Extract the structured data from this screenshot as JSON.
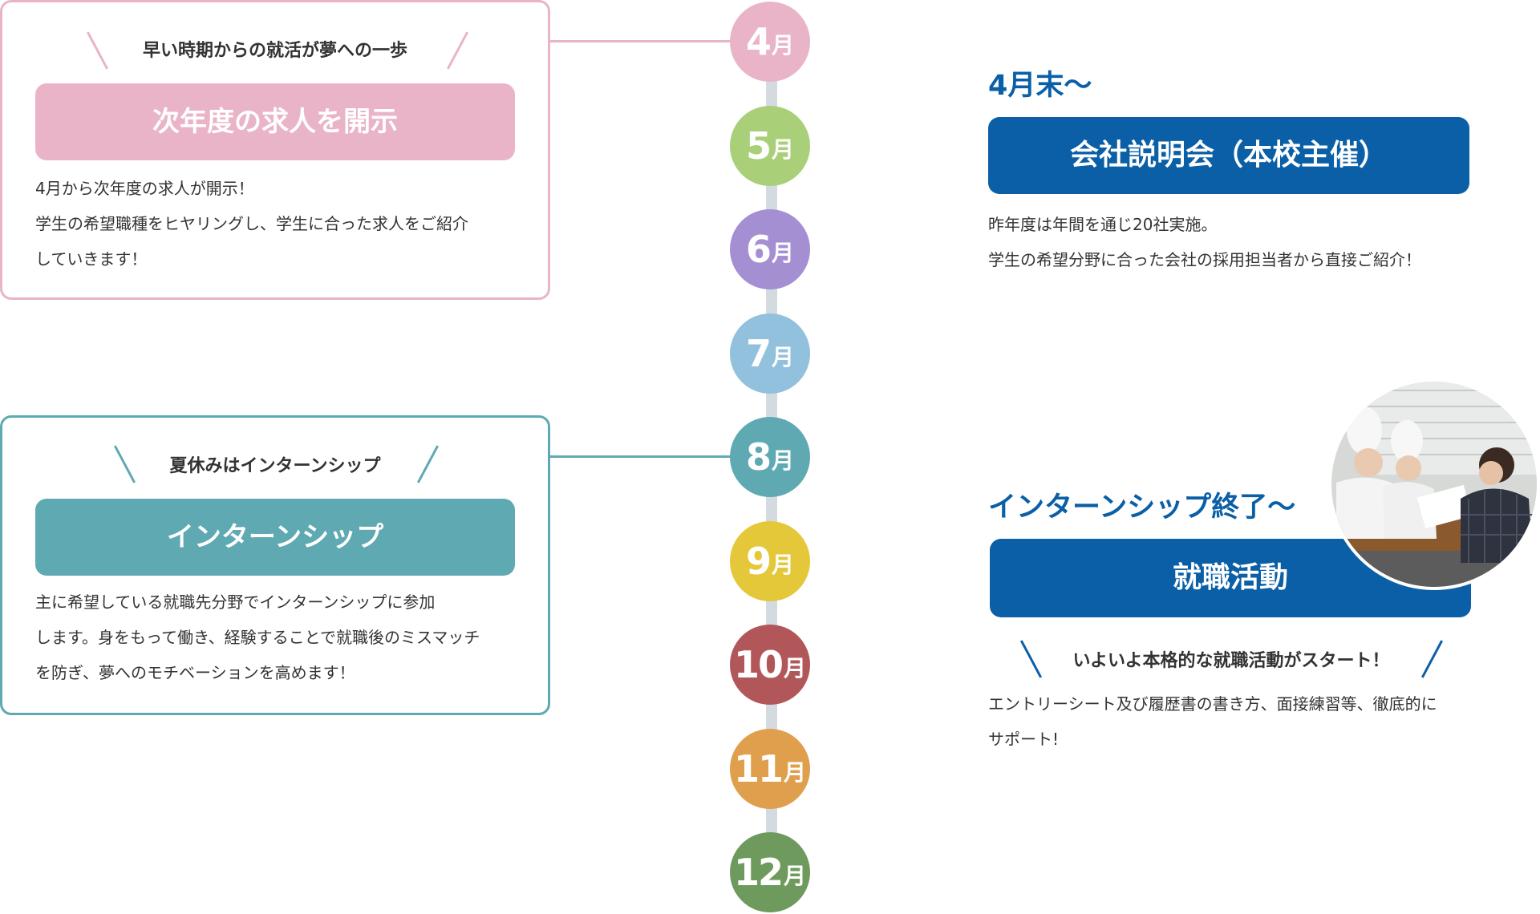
{
  "colors": {
    "pink": "#e9b4c8",
    "teal": "#5fa9b2",
    "blue": "#0a5fa6",
    "axis": "#d3dbe1"
  },
  "box1": {
    "catch": "早い時期からの就活が夢への一歩",
    "title": "次年度の求人を開示",
    "lines": [
      "4月から次年度の求人が開示！",
      "学生の希望職種をヒヤリングし、学生に合った求人をご紹介",
      "していきます！"
    ]
  },
  "box2": {
    "catch": "夏休みはインターンシップ",
    "title": "インターンシップ",
    "lines": [
      "主に希望している就職先分野でインターンシップに参加",
      "します。身をもって働き、経験することで就職後のミスマッチ",
      "を防ぎ、夢へのモチベーションを高めます！"
    ]
  },
  "months": [
    {
      "num": "4",
      "unit": "月",
      "color": "#e9b4c8"
    },
    {
      "num": "5",
      "unit": "月",
      "color": "#a9cf79"
    },
    {
      "num": "6",
      "unit": "月",
      "color": "#a38fd2"
    },
    {
      "num": "7",
      "unit": "月",
      "color": "#92c1dd"
    },
    {
      "num": "8",
      "unit": "月",
      "color": "#5fa9b2"
    },
    {
      "num": "9",
      "unit": "月",
      "color": "#e5c73a"
    },
    {
      "num": "10",
      "unit": "月",
      "color": "#b25759"
    },
    {
      "num": "11",
      "unit": "月",
      "color": "#e09f4c"
    },
    {
      "num": "12",
      "unit": "月",
      "color": "#6e9a5d"
    }
  ],
  "right1": {
    "heading": "4月末〜",
    "title": "会社説明会（本校主催）",
    "lines": [
      "昨年度は年間を通じ20社実施。",
      "学生の希望分野に合った会社の採用担当者から直接ご紹介！"
    ]
  },
  "right2": {
    "heading": "インターンシップ終了〜",
    "title": "就職活動",
    "catch": "いよいよ本格的な就職活動がスタート！",
    "lines": [
      "エントリーシート及び履歴書の書き方、面接練習等、徹底的に",
      "サポート!"
    ]
  }
}
